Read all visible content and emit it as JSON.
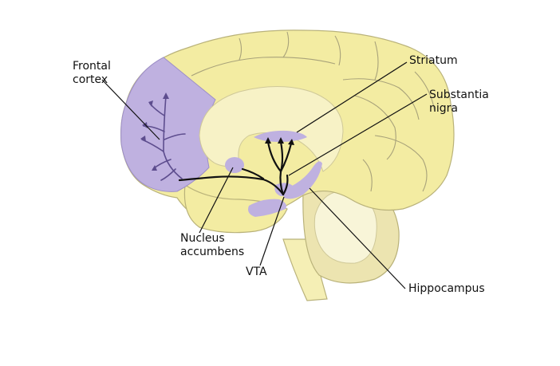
{
  "labels": {
    "frontal_cortex": [
      "Frontal",
      "cortex"
    ],
    "striatum": "Striatum",
    "substantia_nigra": [
      "Substantia",
      "nigra"
    ],
    "nucleus_accumbens": [
      "Nucleus",
      "accumbens"
    ],
    "vta": "VTA",
    "hippocampus": "Hippocampus"
  },
  "colors": {
    "cortex_fill": "#f3eca2",
    "cortex_stroke": "#b9b27a",
    "inner_fill": "#f7f2c6",
    "pathway_highlight": "#bfb1e0",
    "pathway_line": "#111111",
    "cerebellum_fill": "#ece4b0",
    "cerebellum_inner": "#f8f5d8",
    "gyrus_line": "#a8a27a"
  }
}
